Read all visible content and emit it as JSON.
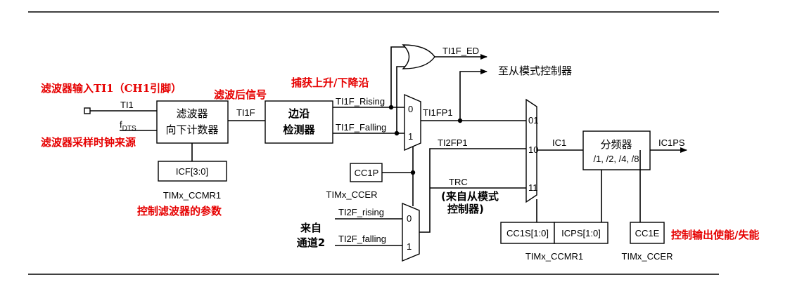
{
  "labels": {
    "ti1": "TI1",
    "fdts_f": "f",
    "fdts_sub": "DTS",
    "ti1f": "TI1F",
    "ti1f_rising": "TI1F_Rising",
    "ti1f_falling": "TI1F_Falling",
    "ti1f_ed": "TI1F_ED",
    "ti1fp1": "TI1FP1",
    "ti2fp1": "TI2FP1",
    "trc": "TRC",
    "ti2f_rising": "TI2F_rising",
    "ti2f_falling": "TI2F_falling",
    "ic1": "IC1",
    "ic1ps": "IC1PS",
    "mux_0": "0",
    "mux_1": "1",
    "mux2_0": "0",
    "mux2_1": "1",
    "sel_01": "01",
    "sel_10": "10",
    "sel_11": "11",
    "to_slave": "至从模式控制器",
    "trc_note_1": "(来自从模式",
    "trc_note_2": "控制器)",
    "from_ch2_1": "来自",
    "from_ch2_2": "通道2"
  },
  "boxes": {
    "filter_1": "滤波器",
    "filter_2": "向下计数器",
    "edge_1": "边沿",
    "edge_2": "检测器",
    "icf": "ICF[3:0]",
    "cc1p": "CC1P",
    "divider_1": "分频器",
    "divider_2": "/1, /2, /4, /8",
    "cc1s": "CC1S[1:0]",
    "icps": "ICPS[1:0]",
    "cc1e": "CC1E"
  },
  "registers": {
    "icf_reg": "TIMx_CCMR1",
    "cc1p_reg": "TIMx_CCER",
    "ccmr1_reg": "TIMx_CCMR1",
    "ccer_reg": "TIMx_CCER"
  },
  "annotations": {
    "filter_input": "滤波器输入TI1（CH1引脚）",
    "after_filter": "滤波后信号",
    "capture_edge": "捕获上升/下降沿",
    "sampling_clock": "滤波器采样时钟来源",
    "filter_params": "控制滤波器的参数",
    "output_enable": "控制输出使能/失能"
  },
  "colors": {
    "annotation": "#e60000",
    "lines": "#000000"
  }
}
